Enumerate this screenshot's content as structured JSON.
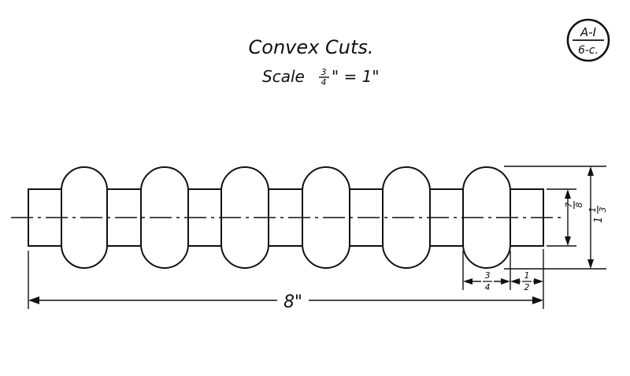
{
  "title": "Convex Cuts.",
  "scale": {
    "prefix": "Scale",
    "fraction_num": "3",
    "fraction_den": "4",
    "suffix": "\" = 1\""
  },
  "badge": {
    "top": "A-I",
    "bottom": "6-c."
  },
  "dimensions": {
    "overall_length": "8\"",
    "bead_width": {
      "num": "3",
      "den": "4"
    },
    "gap_width": {
      "num": "1",
      "den": "2"
    },
    "shaft_diameter": {
      "num": "7",
      "den": "8"
    },
    "bead_diameter": {
      "num": "1",
      "den": "3",
      "whole": "1"
    }
  },
  "colors": {
    "ink": "#111111",
    "paper": "#ffffff"
  }
}
